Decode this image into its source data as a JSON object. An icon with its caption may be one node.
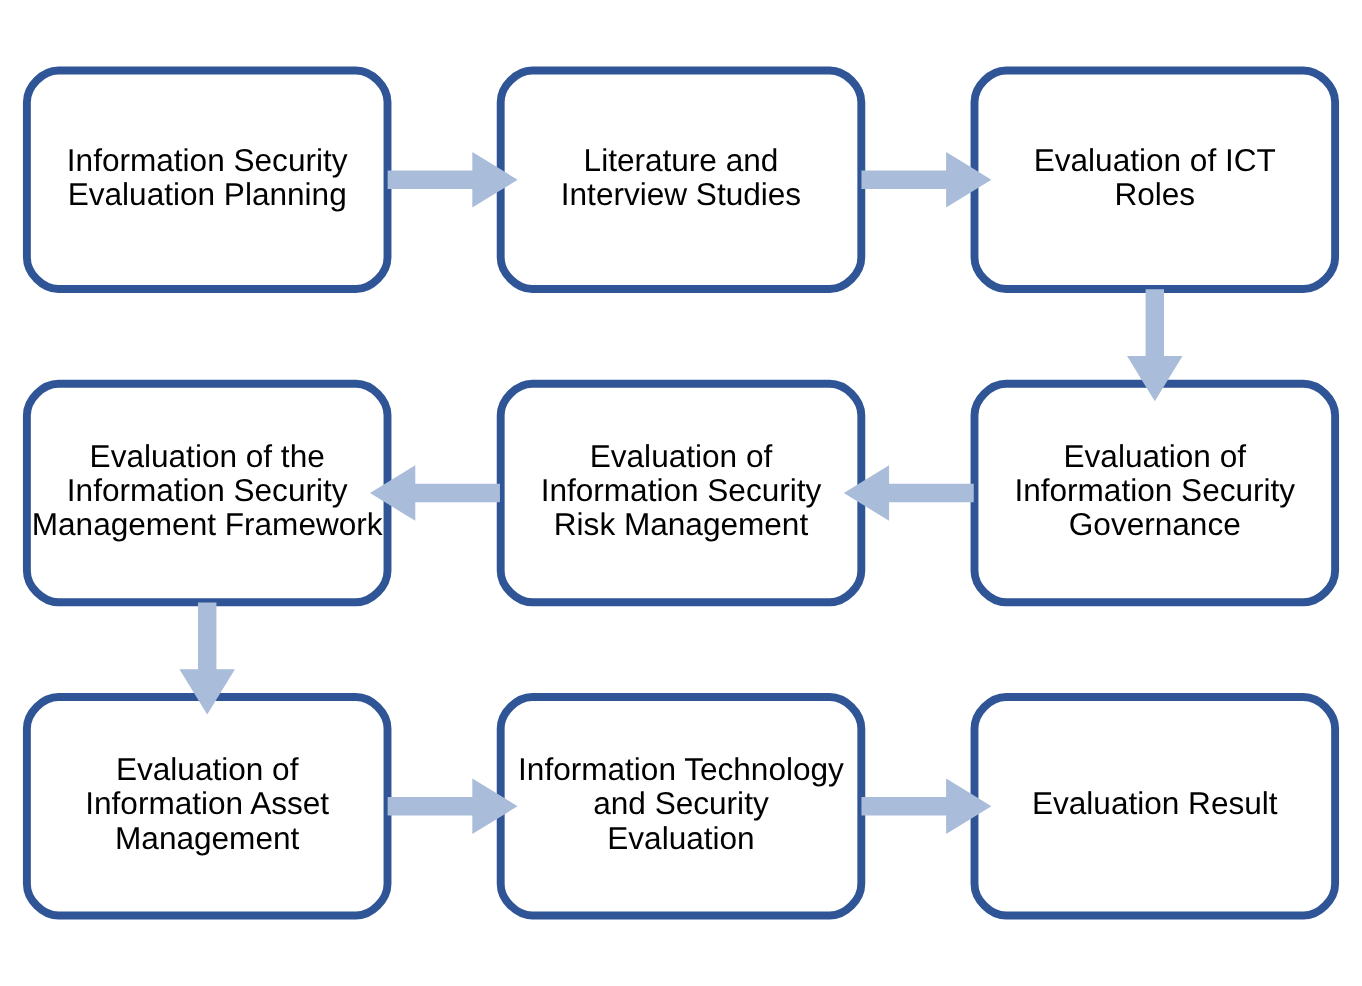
{
  "diagram": {
    "nodes": [
      {
        "text": [
          "Information Security Evaluation Planning"
        ]
      },
      {
        "text": [
          "Literature and Interview Studies"
        ]
      },
      {
        "text": [
          "Evaluation of ICT Roles"
        ]
      },
      {
        "text": [
          "Evaluation of the Information Security Management Framework"
        ]
      },
      {
        "text": [
          "Evaluation of Information Security Risk Management"
        ]
      },
      {
        "text": [
          "Evaluation of Information Security Governance"
        ]
      },
      {
        "text": [
          "Evaluation of Information Asset Management"
        ]
      },
      {
        "text": [
          "Information Technology and Security Evaluation"
        ]
      },
      {
        "text": [
          "Evaluation Result"
        ]
      }
    ],
    "edges": [
      {
        "from": 0,
        "to": 1,
        "arrow": "to"
      },
      {
        "from": 1,
        "to": 2,
        "arrow": "to"
      },
      {
        "from": 2,
        "to": 5,
        "arrow": "to"
      },
      {
        "from": 5,
        "to": 4,
        "arrow": "to"
      },
      {
        "from": 4,
        "to": 3,
        "arrow": "to"
      },
      {
        "from": 3,
        "to": 6,
        "arrow": "to"
      },
      {
        "from": 6,
        "to": 7,
        "arrow": "to"
      },
      {
        "from": 7,
        "to": 8,
        "arrow": "to"
      }
    ]
  }
}
